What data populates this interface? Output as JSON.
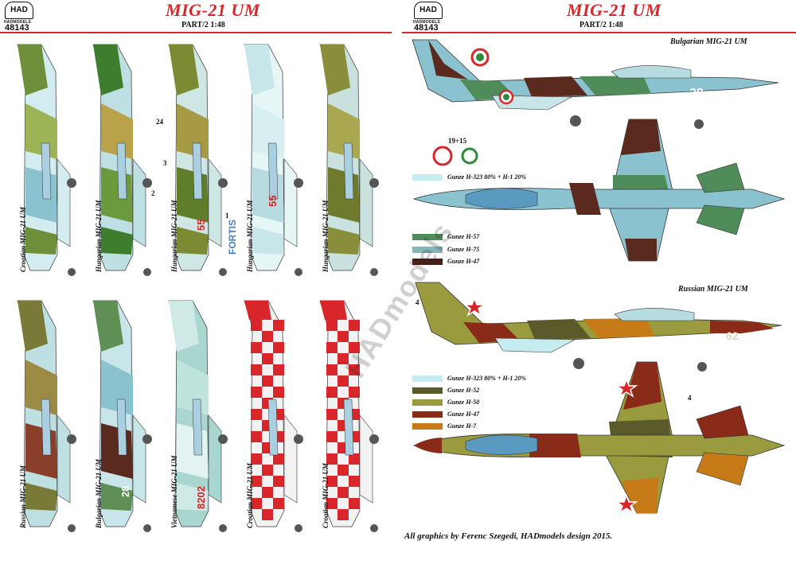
{
  "header": {
    "logo": "HAD",
    "brand": "HADMODELS",
    "code": "48143",
    "title": "MIG-21 UM",
    "part": "PART/2  1:48"
  },
  "profiles": [
    {
      "label": "Croatian MIG-21 UM",
      "camo": [
        "#6f8f3a",
        "#9cb456",
        "#8ac3cf",
        "#d2ecef"
      ]
    },
    {
      "label": "Hungarian MIG-21 UM",
      "camo": [
        "#3f7d2e",
        "#b9a24a",
        "#6a9a3d",
        "#bfe0e3"
      ]
    },
    {
      "label": "Hungarian MIG-21 UM",
      "camo": [
        "#7c8a34",
        "#a69a45",
        "#5f7d2a",
        "#cfe7e4"
      ]
    },
    {
      "label": "Hungarian MIG-21 UM",
      "camo": [
        "#c7e6e9",
        "#d8eff1",
        "#b6dce1",
        "#e6f5f6"
      ]
    },
    {
      "label": "Hungarian MIG-21 UM",
      "camo": [
        "#8a8e3a",
        "#a9a750",
        "#6f7a2c",
        "#c9e2e0"
      ]
    },
    {
      "label": "Russian MIG-21 UM",
      "camo": [
        "#7a7a38",
        "#9b8b45",
        "#8a3f2a",
        "#bfe0e3"
      ]
    },
    {
      "label": "Bulgarian MIG-21 UM",
      "camo": [
        "#5f8f55",
        "#8ac3cf",
        "#5a2a1f",
        "#c8e6ea"
      ]
    },
    {
      "label": "Vietnamese MIG-21 UM",
      "camo": [
        "#cfe9e6",
        "#bfe3dd",
        "#e2f3f1",
        "#a9d7d0"
      ]
    },
    {
      "label": "Croatian MIG-21 UM",
      "camo": [
        "#d8262a",
        "#ffffff",
        "#d8262a",
        "#f2f2f2"
      ]
    },
    {
      "label": "Croatian MIG-21 UM",
      "camo": [
        "#d8262a",
        "#ffffff",
        "#d8262a",
        "#f2f2f2"
      ]
    }
  ],
  "markings": {
    "serial_55": "55",
    "serial_8202": "8202",
    "serial_28": "28",
    "serial_62": "62",
    "decal_19_15": "19+15",
    "decal_24": "24",
    "decal_4": "4",
    "decal_1": "1",
    "decal_2": "2",
    "decal_3": "3",
    "fortis": "FORTIS"
  },
  "bulgarian": {
    "label": "Bulgarian MIG-21 UM",
    "paints": [
      {
        "name": "Gunze H-323 80% + H-1 20%",
        "color": "#c5ecef"
      },
      {
        "name": "Gunze H-57",
        "color": "#4f8c5a"
      },
      {
        "name": "Gunze H-75",
        "color": "#86b5b6"
      },
      {
        "name": "Gunze H-47",
        "color": "#4a1e18"
      }
    ]
  },
  "russian": {
    "label": "Russian MIG-21 UM",
    "paints": [
      {
        "name": "Gunze H-323 80% + H-1 20%",
        "color": "#c5ecef"
      },
      {
        "name": "Gunze H-52",
        "color": "#5a5a2a"
      },
      {
        "name": "Gunze H-50",
        "color": "#9a9a3e"
      },
      {
        "name": "Gunze H-47",
        "color": "#8a2a18"
      },
      {
        "name": "Gunze H-7",
        "color": "#c77a18"
      }
    ]
  },
  "credit": "All graphics by Ferenc Szegedi, HADmodels design 2015.",
  "watermark": "HADmodels"
}
